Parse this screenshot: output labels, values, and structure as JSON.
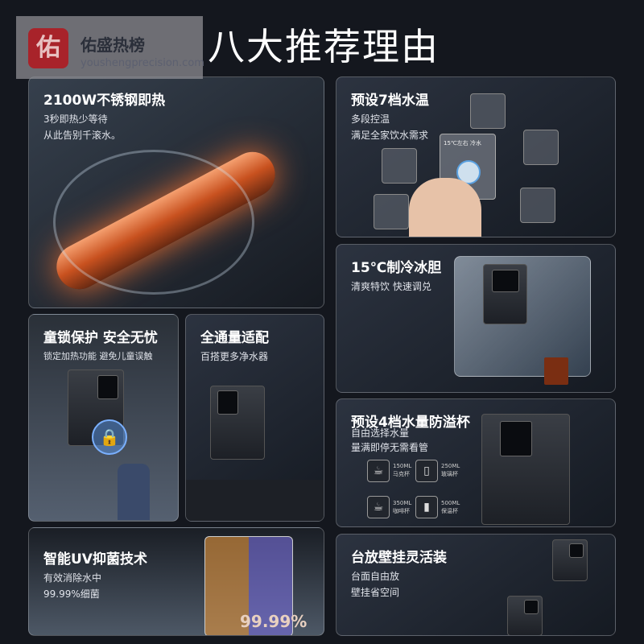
{
  "header": {
    "title": "八大推荐理由"
  },
  "watermark": {
    "mark": "佑",
    "name": "佑盛热榜",
    "url": "youshengprecision.com"
  },
  "cards": [
    {
      "title": "2100W不锈钢即热",
      "lines": [
        "3秒即热少等待",
        "从此告别千滚水。"
      ]
    },
    {
      "title": "预设7档水温",
      "lines": [
        "多段控温",
        "满足全家饮水需求"
      ],
      "center_tile": "15℃左右  冷水"
    },
    {
      "title": "15℃制冷冰胆",
      "lines": [
        "清爽特饮  快速调兑"
      ]
    },
    {
      "title": "童锁保护  安全无忧",
      "lines": [
        "锁定加热功能 避免儿童误触"
      ]
    },
    {
      "title": "全通量适配",
      "lines": [
        "百搭更多净水器"
      ]
    },
    {
      "title": "预设4档水量防溢杯",
      "lines": [
        "自由选择水量",
        "量满即停无需看管"
      ],
      "volumes": [
        {
          "amount": "150ML",
          "cup": "马克杯"
        },
        {
          "amount": "250ML",
          "cup": "玻璃杯"
        },
        {
          "amount": "350ML",
          "cup": "咖啡杯"
        },
        {
          "amount": "500ML",
          "cup": "保温杯"
        }
      ]
    },
    {
      "title": "智能UV抑菌技术",
      "lines": [
        "有效消除水中",
        "99.99%细菌"
      ],
      "badge": "99.99%"
    },
    {
      "title": "台放壁挂灵活装",
      "lines": [
        "台面自由放",
        "壁挂省空间"
      ]
    }
  ]
}
